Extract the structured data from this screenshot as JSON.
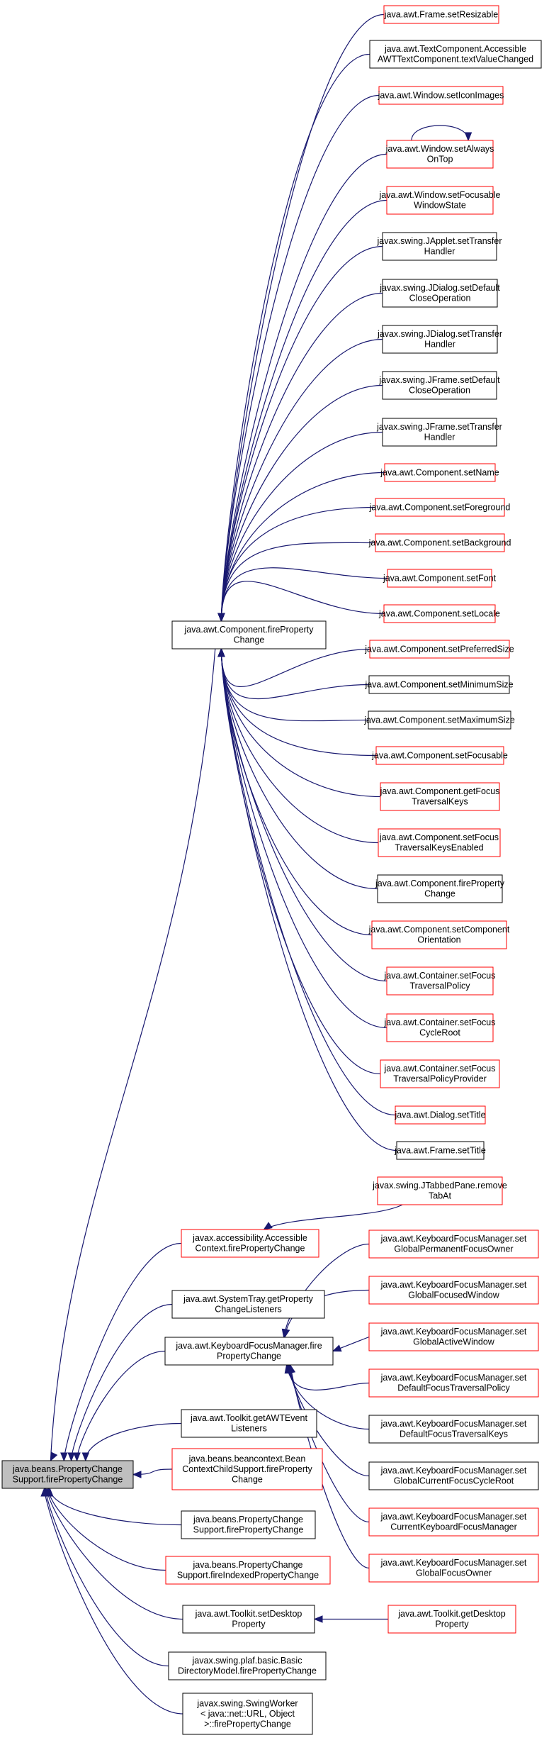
{
  "nodes": [
    {
      "id": "root",
      "lines": [
        "java.beans.PropertyChange",
        "Support.firePropertyChange"
      ],
      "style": "root"
    },
    {
      "id": "cfpc",
      "lines": [
        "java.awt.Component.fireProperty",
        "Change"
      ],
      "style": "black"
    },
    {
      "id": "acc",
      "lines": [
        "javax.accessibility.Accessible",
        "Context.firePropertyChange"
      ],
      "style": "red"
    },
    {
      "id": "systray",
      "lines": [
        "java.awt.SystemTray.getProperty",
        "ChangeListeners"
      ],
      "style": "black"
    },
    {
      "id": "kfm",
      "lines": [
        "java.awt.KeyboardFocusManager.fire",
        "PropertyChange"
      ],
      "style": "black"
    },
    {
      "id": "awtev",
      "lines": [
        "java.awt.Toolkit.getAWTEvent",
        "Listeners"
      ],
      "style": "black"
    },
    {
      "id": "bccs",
      "lines": [
        "java.beans.beancontext.Bean",
        "ContextChildSupport.fireProperty",
        "Change"
      ],
      "style": "red"
    },
    {
      "id": "pcs2",
      "lines": [
        "java.beans.PropertyChange",
        "Support.firePropertyChange"
      ],
      "style": "black"
    },
    {
      "id": "pcsidx",
      "lines": [
        "java.beans.PropertyChange",
        "Support.fireIndexedPropertyChange"
      ],
      "style": "red"
    },
    {
      "id": "tkset",
      "lines": [
        "java.awt.Toolkit.setDesktop",
        "Property"
      ],
      "style": "black"
    },
    {
      "id": "bdm",
      "lines": [
        "javax.swing.plaf.basic.Basic",
        "DirectoryModel.firePropertyChange"
      ],
      "style": "black"
    },
    {
      "id": "sw",
      "lines": [
        "javax.swing.SwingWorker",
        "< java::net::URL, Object",
        ">::firePropertyChange"
      ],
      "style": "black"
    },
    {
      "id": "c1",
      "lines": [
        "java.awt.Frame.setResizable"
      ],
      "style": "red"
    },
    {
      "id": "c2",
      "lines": [
        "java.awt.TextComponent.Accessible",
        "AWTTextComponent.textValueChanged"
      ],
      "style": "black"
    },
    {
      "id": "c3",
      "lines": [
        "java.awt.Window.setIconImages"
      ],
      "style": "red"
    },
    {
      "id": "c4",
      "lines": [
        "java.awt.Window.setAlways",
        "OnTop"
      ],
      "style": "red"
    },
    {
      "id": "c5",
      "lines": [
        "java.awt.Window.setFocusable",
        "WindowState"
      ],
      "style": "red"
    },
    {
      "id": "c6",
      "lines": [
        "javax.swing.JApplet.setTransfer",
        "Handler"
      ],
      "style": "black"
    },
    {
      "id": "c7",
      "lines": [
        "javax.swing.JDialog.setDefault",
        "CloseOperation"
      ],
      "style": "black"
    },
    {
      "id": "c8",
      "lines": [
        "javax.swing.JDialog.setTransfer",
        "Handler"
      ],
      "style": "black"
    },
    {
      "id": "c9",
      "lines": [
        "javax.swing.JFrame.setDefault",
        "CloseOperation"
      ],
      "style": "black"
    },
    {
      "id": "c10",
      "lines": [
        "javax.swing.JFrame.setTransfer",
        "Handler"
      ],
      "style": "black"
    },
    {
      "id": "c11",
      "lines": [
        "java.awt.Component.setName"
      ],
      "style": "red"
    },
    {
      "id": "c12",
      "lines": [
        "java.awt.Component.setForeground"
      ],
      "style": "red"
    },
    {
      "id": "c13",
      "lines": [
        "java.awt.Component.setBackground"
      ],
      "style": "red"
    },
    {
      "id": "c14",
      "lines": [
        "java.awt.Component.setFont"
      ],
      "style": "red"
    },
    {
      "id": "c15",
      "lines": [
        "java.awt.Component.setLocale"
      ],
      "style": "red"
    },
    {
      "id": "c16",
      "lines": [
        "java.awt.Component.setPreferredSize"
      ],
      "style": "red"
    },
    {
      "id": "c17",
      "lines": [
        "java.awt.Component.setMinimumSize"
      ],
      "style": "black"
    },
    {
      "id": "c18",
      "lines": [
        "java.awt.Component.setMaximumSize"
      ],
      "style": "black"
    },
    {
      "id": "c19",
      "lines": [
        "java.awt.Component.setFocusable"
      ],
      "style": "red"
    },
    {
      "id": "c20",
      "lines": [
        "java.awt.Component.getFocus",
        "TraversalKeys"
      ],
      "style": "red"
    },
    {
      "id": "c21",
      "lines": [
        "java.awt.Component.setFocus",
        "TraversalKeysEnabled"
      ],
      "style": "red"
    },
    {
      "id": "c22",
      "lines": [
        "java.awt.Component.fireProperty",
        "Change"
      ],
      "style": "black"
    },
    {
      "id": "c23",
      "lines": [
        "java.awt.Component.setComponent",
        "Orientation"
      ],
      "style": "red"
    },
    {
      "id": "c24",
      "lines": [
        "java.awt.Container.setFocus",
        "TraversalPolicy"
      ],
      "style": "red"
    },
    {
      "id": "c25",
      "lines": [
        "java.awt.Container.setFocus",
        "CycleRoot"
      ],
      "style": "red"
    },
    {
      "id": "c26",
      "lines": [
        "java.awt.Container.setFocus",
        "TraversalPolicyProvider"
      ],
      "style": "red"
    },
    {
      "id": "c27",
      "lines": [
        "java.awt.Dialog.setTitle"
      ],
      "style": "red"
    },
    {
      "id": "c28",
      "lines": [
        "java.awt.Frame.setTitle"
      ],
      "style": "black"
    },
    {
      "id": "tab",
      "lines": [
        "javax.swing.JTabbedPane.remove",
        "TabAt"
      ],
      "style": "red"
    },
    {
      "id": "k1",
      "lines": [
        "java.awt.KeyboardFocusManager.set",
        "GlobalPermanentFocusOwner"
      ],
      "style": "red"
    },
    {
      "id": "k2",
      "lines": [
        "java.awt.KeyboardFocusManager.set",
        "GlobalFocusedWindow"
      ],
      "style": "red"
    },
    {
      "id": "k3",
      "lines": [
        "java.awt.KeyboardFocusManager.set",
        "GlobalActiveWindow"
      ],
      "style": "red"
    },
    {
      "id": "k4",
      "lines": [
        "java.awt.KeyboardFocusManager.set",
        "DefaultFocusTraversalPolicy"
      ],
      "style": "red"
    },
    {
      "id": "k5",
      "lines": [
        "java.awt.KeyboardFocusManager.set",
        "DefaultFocusTraversalKeys"
      ],
      "style": "black"
    },
    {
      "id": "k6",
      "lines": [
        "java.awt.KeyboardFocusManager.set",
        "GlobalCurrentFocusCycleRoot"
      ],
      "style": "black"
    },
    {
      "id": "k7",
      "lines": [
        "java.awt.KeyboardFocusManager.set",
        "CurrentKeyboardFocusManager"
      ],
      "style": "red"
    },
    {
      "id": "k8",
      "lines": [
        "java.awt.KeyboardFocusManager.set",
        "GlobalFocusOwner"
      ],
      "style": "red"
    },
    {
      "id": "tkget",
      "lines": [
        "java.awt.Toolkit.getDesktop",
        "Property"
      ],
      "style": "red"
    }
  ],
  "edges": [
    {
      "from": "cfpc",
      "to": "root"
    },
    {
      "from": "acc",
      "to": "root"
    },
    {
      "from": "systray",
      "to": "root"
    },
    {
      "from": "kfm",
      "to": "root"
    },
    {
      "from": "awtev",
      "to": "root"
    },
    {
      "from": "bccs",
      "to": "root"
    },
    {
      "from": "pcs2",
      "to": "root"
    },
    {
      "from": "pcsidx",
      "to": "root"
    },
    {
      "from": "tkset",
      "to": "root"
    },
    {
      "from": "bdm",
      "to": "root"
    },
    {
      "from": "sw",
      "to": "root"
    },
    {
      "from": "c1",
      "to": "cfpc"
    },
    {
      "from": "c2",
      "to": "cfpc"
    },
    {
      "from": "c3",
      "to": "cfpc"
    },
    {
      "from": "c4",
      "to": "cfpc"
    },
    {
      "from": "c5",
      "to": "cfpc"
    },
    {
      "from": "c6",
      "to": "cfpc"
    },
    {
      "from": "c7",
      "to": "cfpc"
    },
    {
      "from": "c8",
      "to": "cfpc"
    },
    {
      "from": "c9",
      "to": "cfpc"
    },
    {
      "from": "c10",
      "to": "cfpc"
    },
    {
      "from": "c11",
      "to": "cfpc"
    },
    {
      "from": "c12",
      "to": "cfpc"
    },
    {
      "from": "c13",
      "to": "cfpc"
    },
    {
      "from": "c14",
      "to": "cfpc"
    },
    {
      "from": "c15",
      "to": "cfpc"
    },
    {
      "from": "c16",
      "to": "cfpc"
    },
    {
      "from": "c17",
      "to": "cfpc"
    },
    {
      "from": "c18",
      "to": "cfpc"
    },
    {
      "from": "c19",
      "to": "cfpc"
    },
    {
      "from": "c20",
      "to": "cfpc"
    },
    {
      "from": "c21",
      "to": "cfpc"
    },
    {
      "from": "c22",
      "to": "cfpc"
    },
    {
      "from": "c23",
      "to": "cfpc"
    },
    {
      "from": "c24",
      "to": "cfpc"
    },
    {
      "from": "c25",
      "to": "cfpc"
    },
    {
      "from": "c26",
      "to": "cfpc"
    },
    {
      "from": "c27",
      "to": "cfpc"
    },
    {
      "from": "c28",
      "to": "cfpc"
    },
    {
      "from": "c4",
      "to": "c4"
    },
    {
      "from": "tab",
      "to": "acc"
    },
    {
      "from": "k1",
      "to": "kfm"
    },
    {
      "from": "k2",
      "to": "kfm"
    },
    {
      "from": "k3",
      "to": "kfm"
    },
    {
      "from": "k4",
      "to": "kfm"
    },
    {
      "from": "k5",
      "to": "kfm"
    },
    {
      "from": "k6",
      "to": "kfm"
    },
    {
      "from": "k7",
      "to": "kfm"
    },
    {
      "from": "k8",
      "to": "kfm"
    },
    {
      "from": "tkget",
      "to": "tkset"
    }
  ],
  "colors": {
    "edge": "#191970",
    "red_border": "#ff0000",
    "black_border": "#000000",
    "root_fill": "#bfbfbf"
  }
}
